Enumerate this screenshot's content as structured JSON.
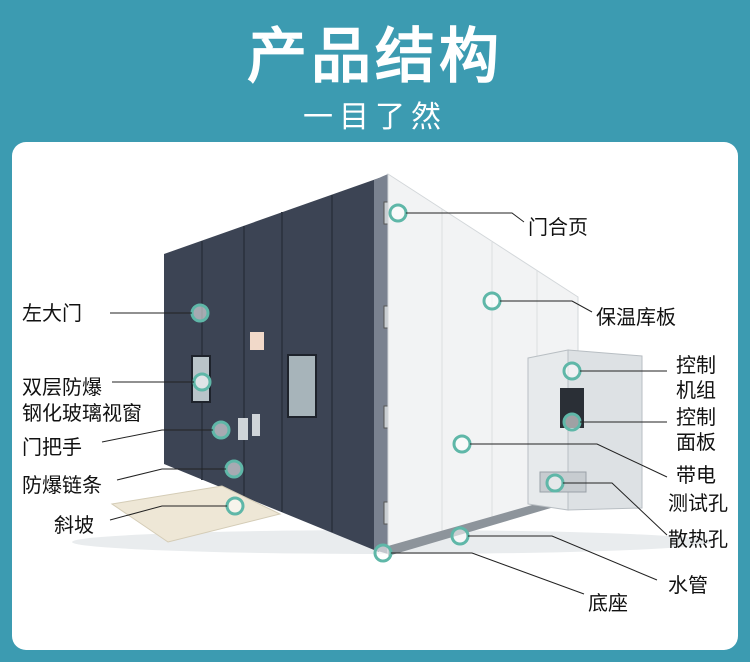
{
  "header": {
    "title": "产品结构",
    "subtitle": "一目了然"
  },
  "labels": {
    "left_door": "左大门",
    "window_line1": "双层防爆",
    "window_line2": "钢化玻璃视窗",
    "door_handle": "门把手",
    "chain": "防爆链条",
    "ramp": "斜坡",
    "hinge": "门合页",
    "insulation": "保温库板",
    "unit_line1": "控制",
    "unit_line2": "机组",
    "panel_line1": "控制",
    "panel_line2": "面板",
    "port_line1": "带电",
    "port_line2": "测试孔",
    "vent": "散热孔",
    "water": "水管",
    "base": "底座"
  },
  "colors": {
    "background": "#3c9bb1",
    "door": "#3c4454",
    "wall": "#f2f3f4",
    "marker": "#5fb7a8",
    "leader": "#222222"
  }
}
